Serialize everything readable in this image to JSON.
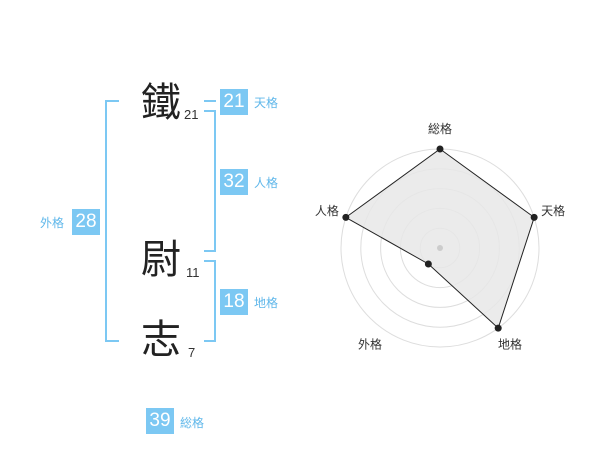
{
  "name": {
    "chars": [
      {
        "char": "鐵",
        "strokes": "21"
      },
      {
        "char": "尉",
        "strokes": "11"
      },
      {
        "char": "志",
        "strokes": "7"
      }
    ]
  },
  "scores": {
    "tenkaku": {
      "value": "21",
      "label": "天格"
    },
    "jinkaku": {
      "value": "32",
      "label": "人格"
    },
    "chikaku": {
      "value": "18",
      "label": "地格"
    },
    "gaikaku": {
      "value": "28",
      "label": "外格"
    },
    "soukaku": {
      "value": "39",
      "label": "総格"
    }
  },
  "chart_data": {
    "type": "radar",
    "axes": [
      "総格",
      "天格",
      "地格",
      "外格",
      "人格"
    ],
    "values": [
      5,
      5,
      5,
      1,
      5
    ],
    "scale": [
      0,
      5
    ],
    "rings": 5
  },
  "colors": {
    "accent": "#7cc8f3",
    "label": "#5fb7ea",
    "polygon_fill": "#e8e8e8"
  }
}
